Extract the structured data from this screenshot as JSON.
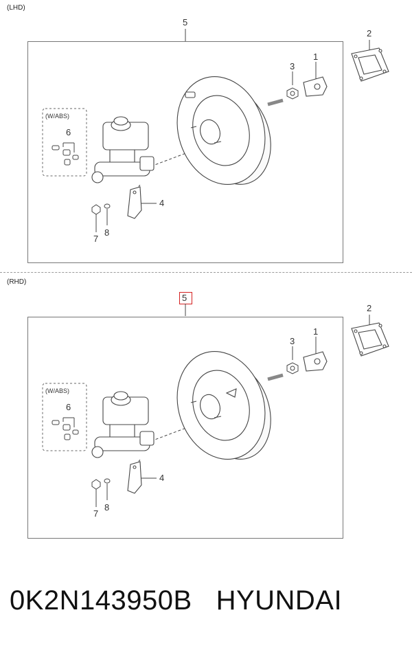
{
  "sections": [
    {
      "id": "lhd",
      "label": "(LHD)",
      "inset_label": "(W/ABS)",
      "callouts": {
        "c1": "1",
        "c2": "2",
        "c3": "3",
        "c4": "4",
        "c5": "5",
        "c6": "6",
        "c7": "7",
        "c8": "8"
      },
      "highlighted_callout": null
    },
    {
      "id": "rhd",
      "label": "(RHD)",
      "inset_label": "(W/ABS)",
      "callouts": {
        "c1": "1",
        "c2": "2",
        "c3": "3",
        "c4": "4",
        "c5": "5",
        "c6": "6",
        "c7": "7",
        "c8": "8"
      },
      "highlighted_callout": "5"
    }
  ],
  "footer": {
    "part_number": "0K2N143950B",
    "brand": "HYUNDAI"
  },
  "colors": {
    "line": "#444444",
    "highlight": "#d42020",
    "frame": "#777777"
  }
}
